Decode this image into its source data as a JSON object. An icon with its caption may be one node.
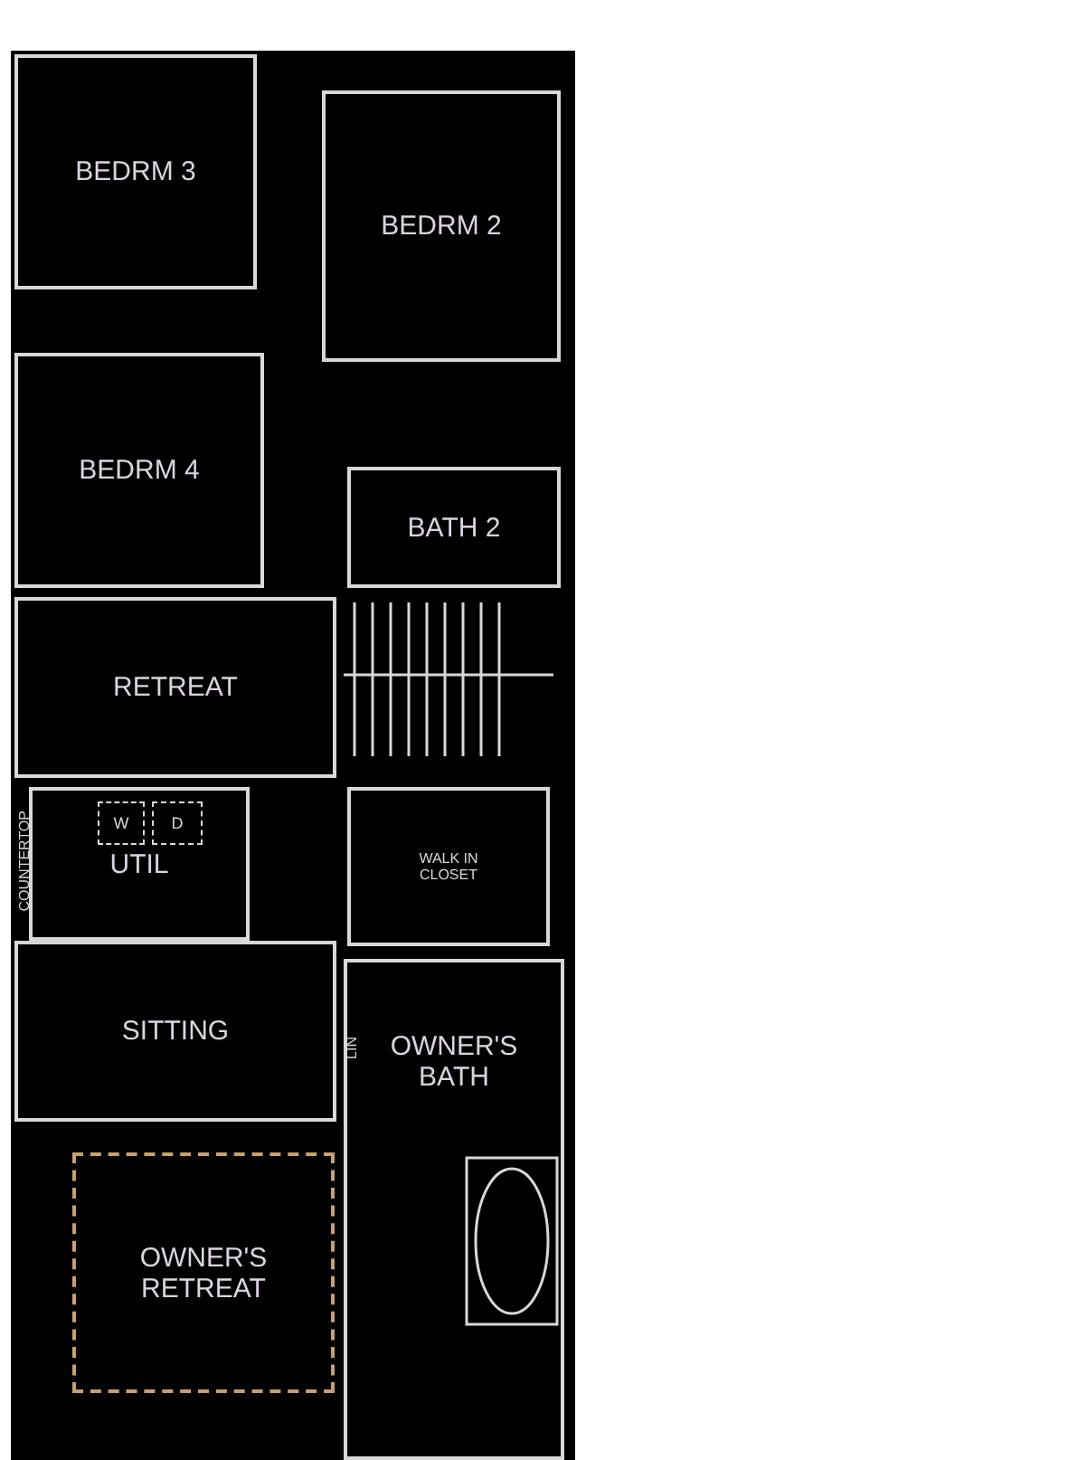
{
  "diagram": {
    "nodes": [
      {
        "text": [
          "BEDRM 3"
        ]
      },
      {
        "text": [
          "BEDRM 2"
        ]
      },
      {
        "text": [
          "BEDRM 4"
        ]
      },
      {
        "text": [
          "BATH 2"
        ]
      },
      {
        "text": [
          "RETREAT"
        ]
      },
      {
        "text": [
          "UTIL"
        ]
      },
      {
        "text": [
          "W"
        ],
        "in": 5
      },
      {
        "text": [
          "D"
        ],
        "in": 5
      },
      {
        "text": [
          "WALK IN CLOSET"
        ]
      },
      {
        "text": [
          "SITTING"
        ]
      },
      {
        "text": [
          "OWNER'S BATH"
        ]
      },
      {
        "text": [
          "OWNER'S RETREAT"
        ]
      }
    ],
    "edges": [],
    "labels": [
      "COUNTERTOP",
      "LIN"
    ]
  }
}
